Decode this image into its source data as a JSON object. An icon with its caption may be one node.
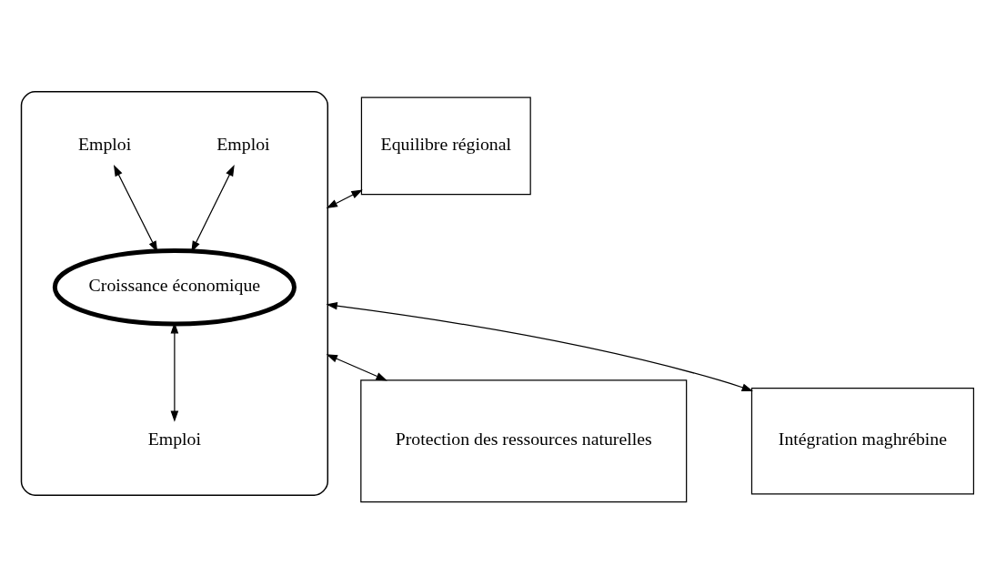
{
  "diagram": {
    "nodes": [
      {
        "text": [],
        "shape": "ellipse"
      },
      {
        "text": [
          "Croissance économique"
        ],
        "in": 0
      },
      {
        "text": [
          "Emploi"
        ],
        "in": 0
      },
      {
        "text": [
          "Emploi"
        ],
        "in": 0
      },
      {
        "text": [
          "Emploi"
        ],
        "in": 0
      },
      {
        "text": [
          "Equilibre régional"
        ]
      },
      {
        "text": [
          "Protection des ressources naturelles"
        ]
      },
      {
        "text": [
          "Intégration maghrébine"
        ]
      }
    ],
    "edges": [
      {
        "from": 2,
        "to": 1,
        "arrow": "both"
      },
      {
        "from": 5,
        "to": 0,
        "arrow": "both"
      },
      {
        "from": 1,
        "to": 4,
        "arrow": "both"
      },
      {
        "from": 3,
        "to": 1,
        "arrow": "both"
      },
      {
        "from": 0,
        "to": 6,
        "arrow": "both"
      },
      {
        "from": 0,
        "to": 7,
        "arrow": "both"
      }
    ]
  }
}
